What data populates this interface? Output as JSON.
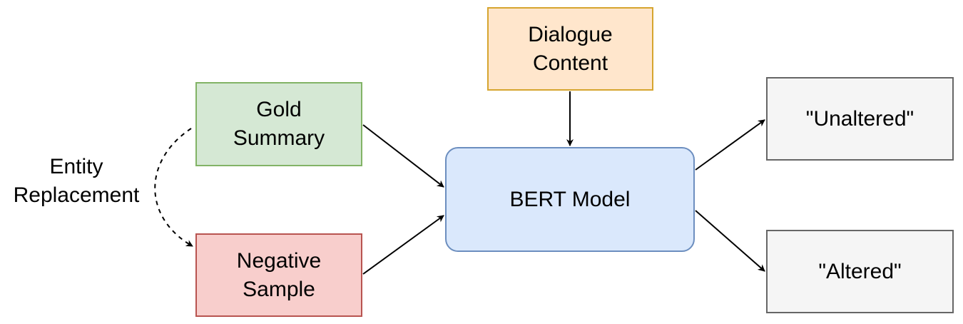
{
  "nodes": {
    "dialogue_content": {
      "label": "Dialogue\nContent",
      "fill": "#ffe6cc",
      "stroke": "#d6a52f"
    },
    "gold_summary": {
      "label": "Gold\nSummary",
      "fill": "#d5e8d4",
      "stroke": "#82b366"
    },
    "negative_sample": {
      "label": "Negative\nSample",
      "fill": "#f8cecc",
      "stroke": "#b85450"
    },
    "bert_model": {
      "label": "BERT Model",
      "fill": "#dae8fc",
      "stroke": "#6c8ebf"
    },
    "unaltered": {
      "label": "\"Unaltered\"",
      "fill": "#f5f5f5",
      "stroke": "#666666"
    },
    "altered": {
      "label": "\"Altered\"",
      "fill": "#f5f5f5",
      "stroke": "#666666"
    }
  },
  "edges": [
    {
      "from": "dialogue_content",
      "to": "bert_model",
      "style": "solid"
    },
    {
      "from": "gold_summary",
      "to": "bert_model",
      "style": "solid"
    },
    {
      "from": "negative_sample",
      "to": "bert_model",
      "style": "solid"
    },
    {
      "from": "bert_model",
      "to": "unaltered",
      "style": "solid"
    },
    {
      "from": "bert_model",
      "to": "altered",
      "style": "solid"
    },
    {
      "from": "gold_summary",
      "to": "negative_sample",
      "style": "dashed",
      "label": "Entity\nReplacement"
    }
  ]
}
